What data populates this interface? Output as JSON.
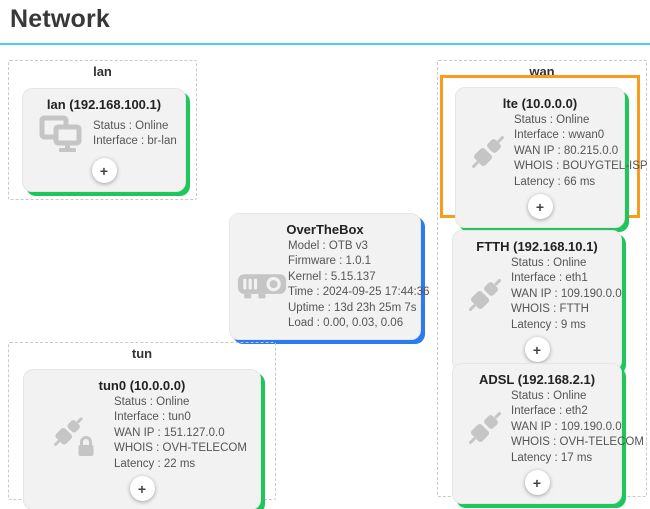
{
  "page": {
    "title": "Network"
  },
  "colors": {
    "divider_cyan": "#55cbe9",
    "card_shadow_green": "#1fc65c",
    "card_shadow_blue": "#2b7bf3",
    "highlight_orange": "#f99c1b",
    "card_background": "#f2f2f2",
    "icon_gray": "#c5c5c5"
  },
  "ui": {
    "add_button_label": "+"
  },
  "groups": {
    "lan": {
      "label": "lan"
    },
    "wan": {
      "label": "wan"
    },
    "tun": {
      "label": "tun"
    }
  },
  "cards": {
    "lan": {
      "title": "lan (192.168.100.1)",
      "icon": "lan-devices-icon",
      "lines": [
        "Status : Online",
        "Interface : br-lan"
      ]
    },
    "lte": {
      "title": "lte (10.0.0.0)",
      "icon": "plug-connector-icon",
      "highlighted": true,
      "lines": [
        "Status : Online",
        "Interface : wwan0",
        "WAN IP : 80.215.0.0",
        "WHOIS : BOUYGTEL-ISP",
        "Latency : 66 ms"
      ]
    },
    "ftth": {
      "title": "FTTH (192.168.10.1)",
      "icon": "plug-connector-icon",
      "lines": [
        "Status : Online",
        "Interface : eth1",
        "WAN IP : 109.190.0.0",
        "WHOIS : FTTH",
        "Latency : 9 ms"
      ]
    },
    "adsl": {
      "title": "ADSL (192.168.2.1)",
      "icon": "plug-connector-icon",
      "lines": [
        "Status : Online",
        "Interface : eth2",
        "WAN IP : 109.190.0.0",
        "WHOIS : OVH-TELECOM",
        "Latency : 17 ms"
      ]
    },
    "otb": {
      "title": "OverTheBox",
      "icon": "router-device-icon",
      "lines": [
        "Model : OTB v3",
        "Firmware : 1.0.1",
        "Kernel : 5.15.137",
        "Time : 2024-09-25 17:44:36",
        "Uptime : 13d 23h 25m 7s",
        "Load : 0.00, 0.03, 0.06"
      ]
    },
    "tun0": {
      "title": "tun0 (10.0.0.0)",
      "icon": "plug-lock-icon",
      "lines": [
        "Status : Online",
        "Interface : tun0",
        "WAN IP : 151.127.0.0",
        "WHOIS : OVH-TELECOM",
        "Latency : 22 ms"
      ]
    }
  }
}
